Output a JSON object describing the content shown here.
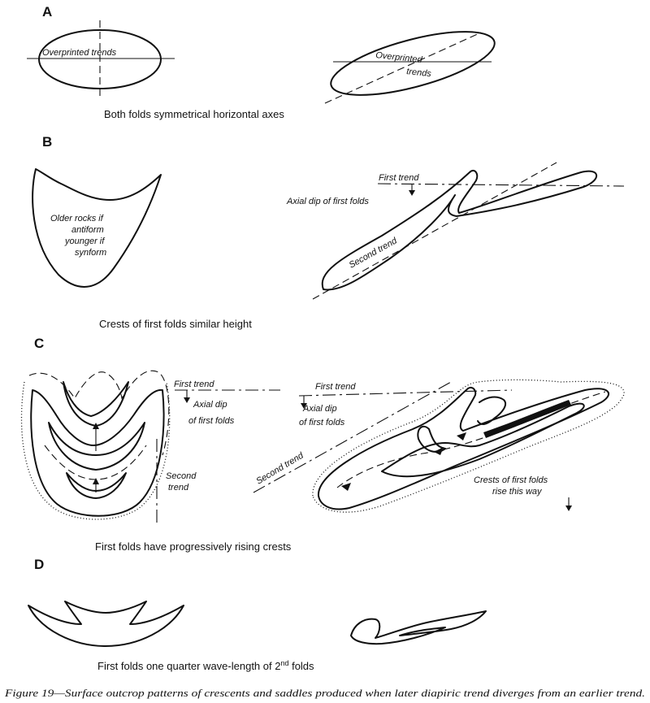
{
  "panels": {
    "A": {
      "letter": "A",
      "left_label": "Overprinted   trends",
      "right_label_1": "Overprinted",
      "right_label_2": "trends",
      "caption": "Both folds symmetrical horizontal axes"
    },
    "B": {
      "letter": "B",
      "left_label_lines": [
        "Older rocks if",
        "antiform",
        "younger if",
        "synform"
      ],
      "first_trend": "First  trend",
      "axial_dip": "Axial dip of first folds",
      "second_trend": "Second  trend",
      "caption": "Crests of first folds similar height"
    },
    "C": {
      "letter": "C",
      "first_trend_left": "First  trend",
      "axial_dip_left_1": "Axial  dip",
      "axial_dip_left_2": "of first folds",
      "second_trend_left_1": "Second",
      "second_trend_left_2": "trend",
      "first_trend_right": "First  trend",
      "axial_dip_right_1": "Axial  dip",
      "axial_dip_right_2": "of first folds",
      "second_trend_right": "Second  trend",
      "crests_1": "Crests  of  first folds",
      "crests_2": "rise  this  way",
      "caption": "First folds have progressively rising crests"
    },
    "D": {
      "letter": "D",
      "caption_main": "First folds one quarter wave-length of 2",
      "caption_sup": "nd",
      "caption_tail": " folds"
    }
  },
  "figure_caption": "Figure 19—Surface outcrop patterns of crescents and saddles produced when later diapiric  trend diverges from an earlier trend."
}
